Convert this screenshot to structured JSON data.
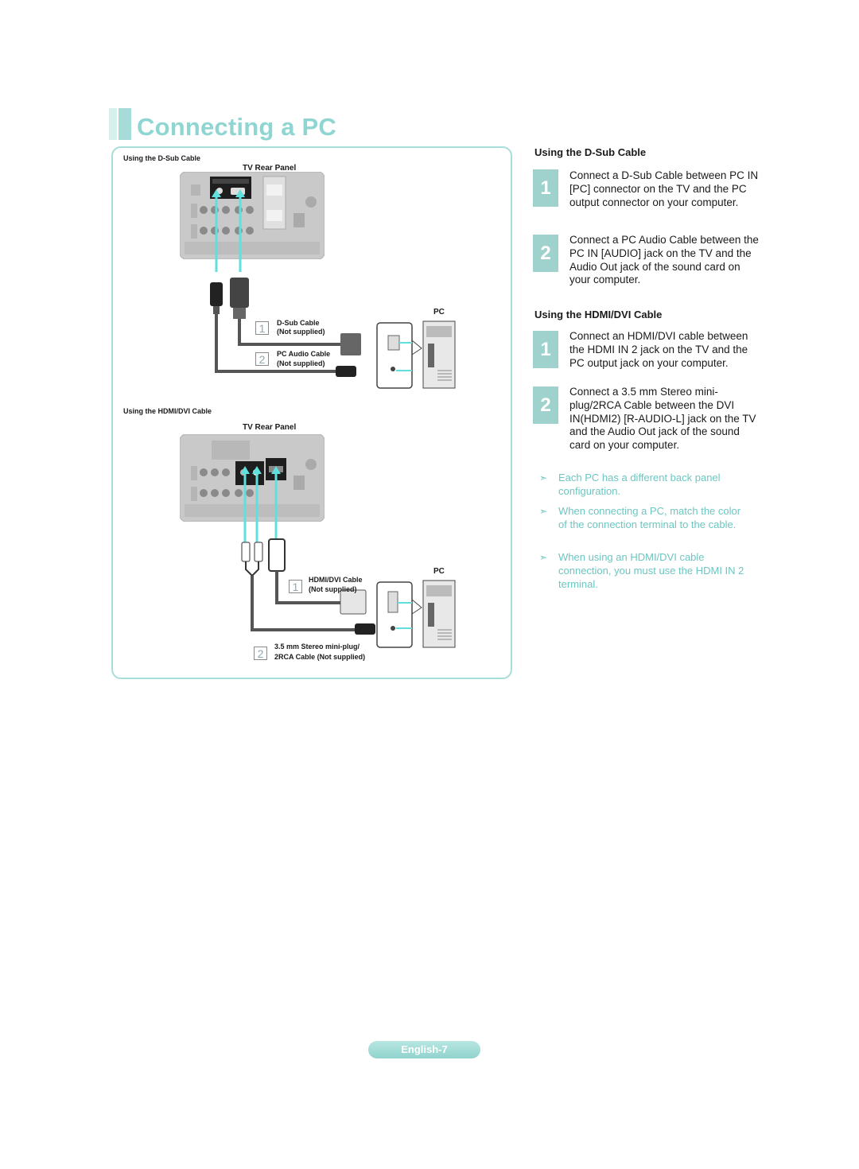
{
  "page": {
    "title": "Connecting a PC",
    "page_number": "English-7"
  },
  "diagram": {
    "dsub": {
      "caption": "Using the D-Sub Cable",
      "panel_label": "TV Rear Panel",
      "pc_label": "PC",
      "cable1_name": "D-Sub Cable",
      "cable1_note": "(Not supplied)",
      "cable2_name": "PC Audio Cable",
      "cable2_note": "(Not supplied)",
      "step1": "1",
      "step2": "2"
    },
    "hdmi": {
      "caption": "Using the HDMI/DVI Cable",
      "panel_label": "TV Rear Panel",
      "pc_label": "PC",
      "cable1_name": "HDMI/DVI Cable",
      "cable1_note": "(Not supplied)",
      "cable2_name": "3.5 mm Stereo mini-plug/",
      "cable2_note": "2RCA Cable (Not supplied)",
      "step1": "1",
      "step2": "2"
    }
  },
  "instructions": {
    "dsub": {
      "heading": "Using the D-Sub Cable",
      "steps": [
        {
          "num": "1",
          "text": "Connect a D-Sub Cable between PC IN [PC] connector on the TV and the PC output connector on your computer."
        },
        {
          "num": "2",
          "text": "Connect a PC Audio Cable between the PC IN [AUDIO] jack on the TV and the Audio Out jack of the sound card on your computer."
        }
      ]
    },
    "hdmi": {
      "heading": "Using the HDMI/DVI Cable",
      "steps": [
        {
          "num": "1",
          "text": "Connect an HDMI/DVI cable between the HDMI IN 2 jack on the TV and the PC output jack on your computer."
        },
        {
          "num": "2",
          "text": "Connect a 3.5 mm Stereo mini-plug/2RCA Cable between the DVI IN(HDMI2) [R-AUDIO-L] jack on the TV and the Audio Out jack of the sound card on your computer."
        }
      ]
    }
  },
  "notes": [
    {
      "icon": "arrow-note-icon",
      "text": "Each PC has a different back panel configuration."
    },
    {
      "icon": "arrow-note-icon",
      "text": "When connecting a PC, match the color of the connection terminal to the cable."
    },
    {
      "icon": "arrow-note-icon",
      "text": "When using an HDMI/DVI cable connection, you must use the HDMI IN 2 terminal."
    }
  ],
  "colors": {
    "accent": "#8fd6d3",
    "note_text": "#6cc6c1",
    "step_badge": "#9fd1cd",
    "highlight_arrow": "#5fe0dc"
  }
}
